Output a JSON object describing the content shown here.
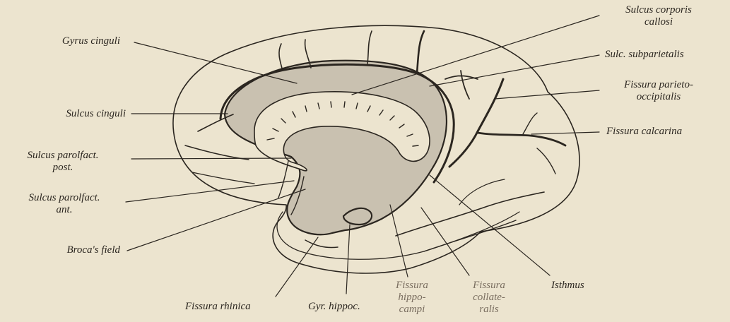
{
  "colors": {
    "paper": "#ece4cf",
    "ink": "#2b2620",
    "shaded_gyrus": "#c9c1b0",
    "faint_ink": "#7a6e60"
  },
  "labels": {
    "gyrus_cinguli": "Gyrus cinguli",
    "sulcus_cinguli": "Sulcus cinguli",
    "sulcus_parolfact_post_1": "Sulcus parolfact.",
    "sulcus_parolfact_post_2": "post.",
    "sulcus_parolfact_ant_1": "Sulcus parolfact.",
    "sulcus_parolfact_ant_2": "ant.",
    "brocas_field": "Broca's field",
    "sulcus_corporis_callosi_1": "Sulcus corporis",
    "sulcus_corporis_callosi_2": "callosi",
    "sulc_subparietalis": "Sulc. subparietalis",
    "fissura_parieto_occipitalis_1": "Fissura parieto-",
    "fissura_parieto_occipitalis_2": "occipitalis",
    "fissura_calcarina": "Fissura calcarina",
    "fissura_rhinica": "Fissura rhinica",
    "gyr_hippoc": "Gyr. hippoc.",
    "fissura_hippocampi_1": "Fissura",
    "fissura_hippocampi_2": "hippo-",
    "fissura_hippocampi_3": "campi",
    "fissura_collateralis_1": "Fissura",
    "fissura_collateralis_2": "collate-",
    "fissura_collateralis_3": "ralis",
    "isthmus": "Isthmus"
  }
}
